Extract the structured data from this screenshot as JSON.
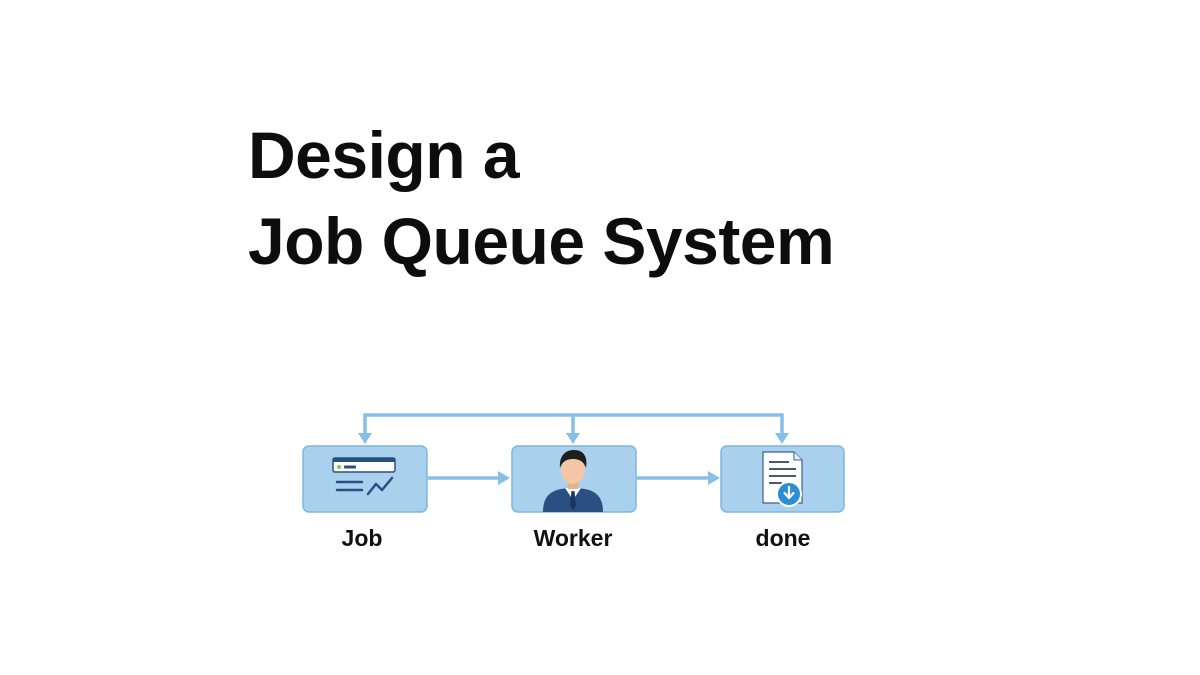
{
  "title": {
    "line1": "Design a",
    "line2": "Job Queue System"
  },
  "colors": {
    "box_fill": "#a9d1ee",
    "box_stroke": "#7db6e1",
    "arrow": "#87bfe6",
    "text": "#111111",
    "person_suit": "#2a4f83",
    "person_skin": "#f5c6a5",
    "hair": "#1e1e1e",
    "accent_blue": "#2c8fd6",
    "doc_fill": "#ffffff"
  },
  "nodes": [
    {
      "id": "job",
      "label": "Job",
      "icon": "job-card-icon"
    },
    {
      "id": "worker",
      "label": "Worker",
      "icon": "worker-person-icon"
    },
    {
      "id": "done",
      "label": "done",
      "icon": "document-download-icon"
    }
  ]
}
